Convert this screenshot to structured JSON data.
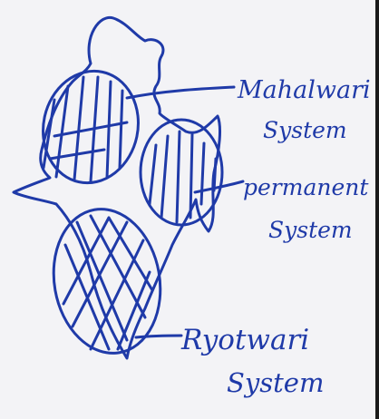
{
  "colors": {
    "ink": "#1f3aa8",
    "paper": "#f3f3f6"
  },
  "labels": {
    "mahalwari": {
      "line1": "Mahalwari",
      "line2": "System"
    },
    "permanent": {
      "line1": "permanent",
      "line2": "System"
    },
    "ryotwari": {
      "line1": "Ryotwari",
      "line2": "System"
    }
  }
}
